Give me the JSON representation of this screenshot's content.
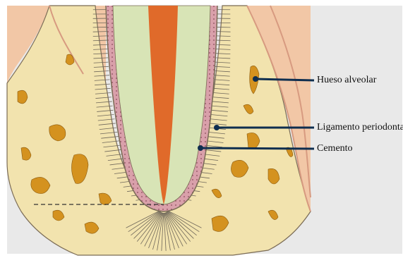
{
  "labels": {
    "alveolar_bone": "Hueso alveolar",
    "periodontal_ligament": "Ligamento periodonta",
    "cementum": "Cemento"
  },
  "colors": {
    "background": "#e9e9e9",
    "gum": "#f2c7a6",
    "gum_edge": "#d79a80",
    "bone": "#f2e3ae",
    "bone_outline": "#7a6b55",
    "bone_cavity": "#d4921f",
    "ligament_fibers": "#6f675a",
    "cementum": "#d9a0aa",
    "dentin": "#d8e4b6",
    "pulp": "#e06a2a",
    "leader_line": "#0f2e4f"
  }
}
